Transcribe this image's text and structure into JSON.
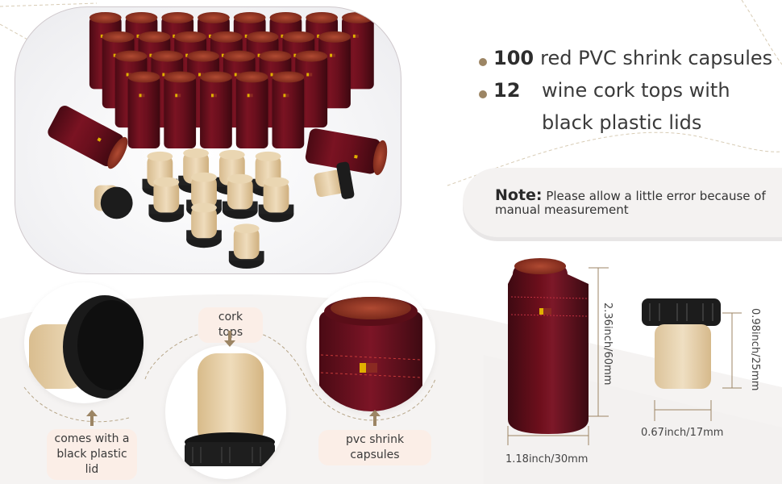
{
  "features": [
    {
      "count": "100",
      "text": "red PVC shrink capsules"
    },
    {
      "count": "12",
      "text": "wine cork tops with black plastic lids"
    }
  ],
  "note": {
    "label": "Note:",
    "text": "Please allow a little error because of manual measurement"
  },
  "callouts": {
    "lid": "comes with a black plastic lid",
    "cork": "cork tops",
    "capsule": "pvc shrink capsules"
  },
  "dimensions": {
    "capsule_height": "2.36inch/60mm",
    "capsule_width": "1.18inch/30mm",
    "cork_height": "0.98inch/25mm",
    "cork_width": "0.67inch/17mm"
  },
  "colors": {
    "capsule_red": "#6e0f1c",
    "capsule_top": "#a8442e",
    "cork": "#e6cfa8",
    "lid_black": "#1e1e1e",
    "accent_gold": "#9c8564",
    "tag_bg": "#fbeee7",
    "note_bg": "#f4f2f1"
  }
}
